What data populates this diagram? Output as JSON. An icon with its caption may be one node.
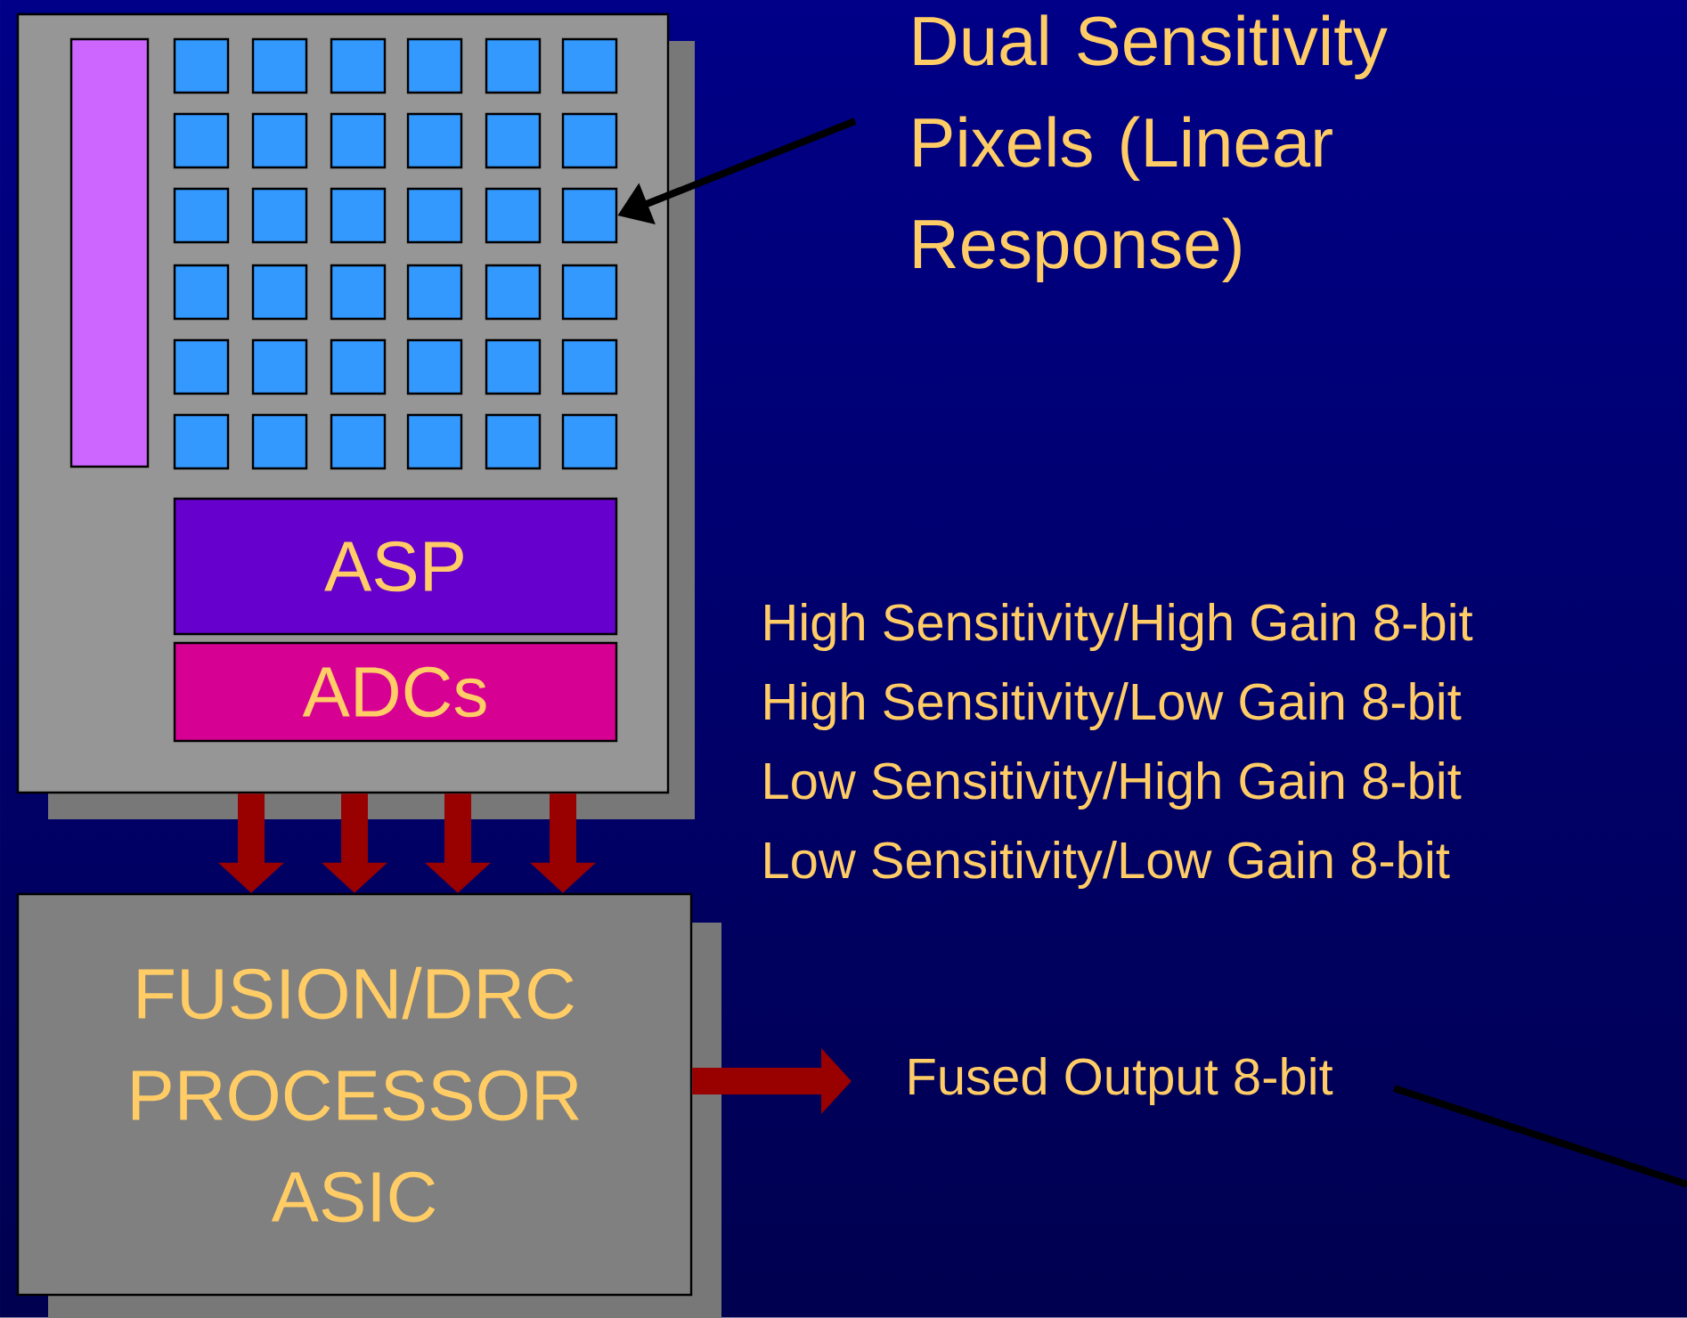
{
  "diagram": {
    "nodes": [
      {
        "text": [],
        "shape": "box"
      },
      {
        "text": [],
        "shape": "bar",
        "in": 0
      },
      {
        "text": [],
        "shape": "box",
        "in": 0
      },
      {
        "text": [],
        "shape": "box",
        "in": 0
      },
      {
        "text": [],
        "shape": "box",
        "in": 0
      },
      {
        "text": [],
        "shape": "box",
        "in": 0
      },
      {
        "text": [],
        "shape": "box",
        "in": 0
      },
      {
        "text": [],
        "shape": "box",
        "in": 0
      },
      {
        "text": [],
        "shape": "box",
        "in": 0
      },
      {
        "text": [],
        "shape": "box",
        "in": 0
      },
      {
        "text": [],
        "shape": "box",
        "in": 0
      },
      {
        "text": [],
        "shape": "box",
        "in": 0
      },
      {
        "text": [],
        "shape": "box",
        "in": 0
      },
      {
        "text": [],
        "shape": "box",
        "in": 0
      },
      {
        "text": [],
        "shape": "box",
        "in": 0
      },
      {
        "text": [],
        "shape": "box",
        "in": 0
      },
      {
        "text": [],
        "shape": "box",
        "in": 0
      },
      {
        "text": [],
        "shape": "box",
        "in": 0
      },
      {
        "text": [],
        "shape": "box",
        "in": 0
      },
      {
        "text": [],
        "shape": "box",
        "in": 0
      },
      {
        "text": [],
        "shape": "box",
        "in": 0
      },
      {
        "text": [],
        "shape": "box",
        "in": 0
      },
      {
        "text": [],
        "shape": "box",
        "in": 0
      },
      {
        "text": [],
        "shape": "box",
        "in": 0
      },
      {
        "text": [],
        "shape": "box",
        "in": 0
      },
      {
        "text": [],
        "shape": "box",
        "in": 0
      },
      {
        "text": [],
        "shape": "box",
        "in": 0
      },
      {
        "text": [],
        "shape": "box",
        "in": 0
      },
      {
        "text": [],
        "shape": "box",
        "in": 0
      },
      {
        "text": [],
        "shape": "box",
        "in": 0
      },
      {
        "text": [],
        "shape": "box",
        "in": 0
      },
      {
        "text": [],
        "shape": "box",
        "in": 0
      },
      {
        "text": [],
        "shape": "box",
        "in": 0
      },
      {
        "text": [],
        "shape": "box",
        "in": 0
      },
      {
        "text": [],
        "shape": "box",
        "in": 0
      },
      {
        "text": [],
        "shape": "box",
        "in": 0
      },
      {
        "text": [],
        "shape": "box",
        "in": 0
      },
      {
        "text": [],
        "shape": "box",
        "in": 0
      },
      {
        "text": [
          "ASP"
        ],
        "in": 0
      },
      {
        "text": [
          "ADCs"
        ],
        "in": 0
      },
      {
        "text": [
          "FUSION/DRC PROCESSOR ASIC"
        ]
      },
      {
        "text": [
          "Dual Sensitivity Pixels (Linear Response)"
        ]
      },
      {
        "text": [
          "Fused Output 8-bit"
        ]
      }
    ],
    "edges": [
      {
        "from": 41,
        "to": 19,
        "arrow": "to",
        "color": "#000000"
      },
      {
        "from": 0,
        "to": 40,
        "arrow": "to"
      },
      {
        "from": 0,
        "to": 40,
        "arrow": "to"
      },
      {
        "from": 0,
        "to": 40,
        "arrow": "to"
      },
      {
        "from": 0,
        "to": 40,
        "arrow": "to"
      },
      {
        "from": 40,
        "to": 42,
        "arrow": "to"
      },
      {
        "from": 42,
        "to": null,
        "arrow": "none",
        "color": "#000000"
      }
    ],
    "labels": [
      "High Sensitivity/High Gain 8-bit",
      "High Sensitivity/Low Gain 8-bit",
      "Low Sensitivity/High Gain 8-bit",
      "Low Sensitivity/Low Gain 8-bit"
    ]
  }
}
